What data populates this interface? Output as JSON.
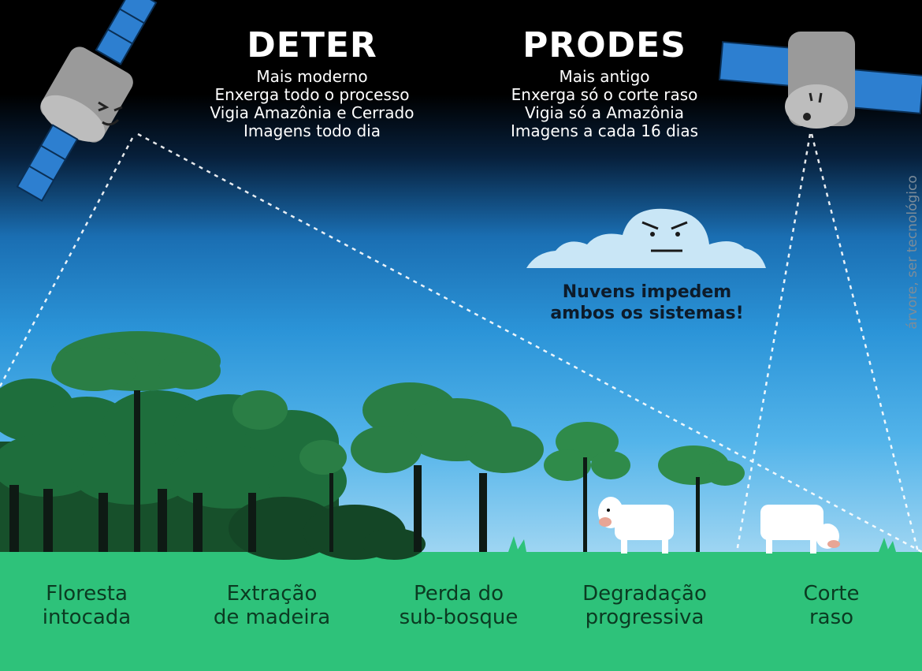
{
  "deter": {
    "title": "DETER",
    "lines": [
      "Mais moderno",
      "Enxerga todo o processo",
      "Vigia Amazônia e Cerrado",
      "Imagens todo dia"
    ]
  },
  "prodes": {
    "title": "PRODES",
    "lines": [
      "Mais antigo",
      "Enxerga só o corte raso",
      "Vigia só a Amazônia",
      "Imagens a cada 16 dias"
    ]
  },
  "cloud_note": {
    "lines": [
      "Nuvens impedem",
      "ambos os sistemas!"
    ]
  },
  "stages": [
    {
      "line1": "Floresta",
      "line2": "intocada"
    },
    {
      "line1": "Extração",
      "line2": "de madeira"
    },
    {
      "line1": "Perda do",
      "line2": "sub-bosque"
    },
    {
      "line1": "Degradação",
      "line2": "progressiva"
    },
    {
      "line1": "Corte",
      "line2": "raso"
    }
  ],
  "credit": "árvore, ser tecnológico",
  "colors": {
    "ground": "#2ec27a",
    "tree_dark": "#1e6e3c",
    "tree_light": "#2f8b4a",
    "satellite_body": "#9a9a9a",
    "solar_panel": "#2d7fd0",
    "cloud": "#c9e6f6"
  },
  "icons": [
    "satellite-deter-icon",
    "satellite-prodes-icon",
    "angry-cloud-icon",
    "cow-icon"
  ]
}
